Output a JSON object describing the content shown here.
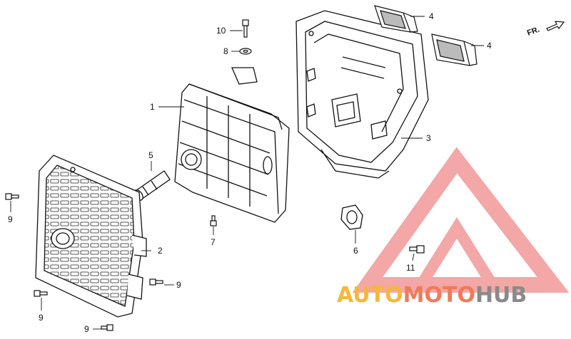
{
  "direction_label": "FR.",
  "callouts": {
    "c1": "1",
    "c2": "2",
    "c3": "3",
    "c4a": "4",
    "c4b": "4",
    "c5": "5",
    "c6": "6",
    "c7": "7",
    "c8": "8",
    "c9a": "9",
    "c9b": "9",
    "c9c": "9",
    "c9d": "9",
    "c10": "10",
    "c11": "11"
  },
  "watermark": {
    "part_auto": "AUTO",
    "part_moto": "MOTO",
    "part_hub": "HUB",
    "color_auto": "#f5b73b",
    "color_moto": "#f07a5a",
    "color_hub": "#8a8a8a",
    "logo_color": "#f08a8a"
  }
}
